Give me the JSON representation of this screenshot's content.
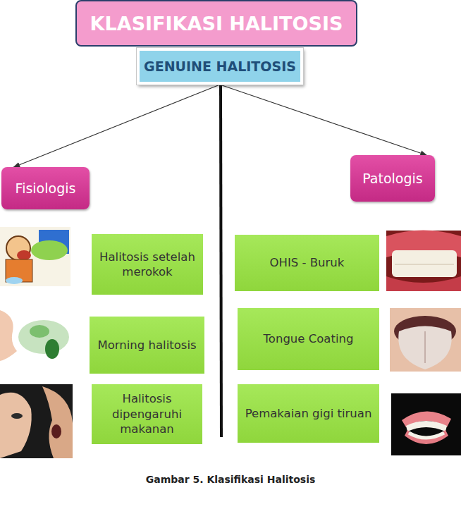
{
  "diagram": {
    "caption": "Gambar 5. Klasifikasi Halitosis",
    "nodes": [
      {
        "text": [
          "KLASIFIKASI HALITOSIS"
        ]
      },
      {
        "text": [
          "GENUINE HALITOSIS"
        ]
      },
      {
        "text": [
          "Fisiologis"
        ]
      },
      {
        "text": [
          "Patologis"
        ]
      },
      {
        "text": [
          "Halitosis setelah merokok"
        ]
      },
      {
        "text": [
          "Morning halitosis"
        ]
      },
      {
        "text": [
          "Halitosis dipengaruhi makanan"
        ]
      },
      {
        "text": [
          "OHIS - Buruk"
        ]
      },
      {
        "text": [
          "Tongue Coating"
        ]
      },
      {
        "text": [
          "Pemakaian gigi tiruan"
        ]
      }
    ],
    "edges": [
      {
        "from": 1,
        "to": 2,
        "arrow": "to"
      },
      {
        "from": 1,
        "to": 3,
        "arrow": "to"
      }
    ]
  }
}
